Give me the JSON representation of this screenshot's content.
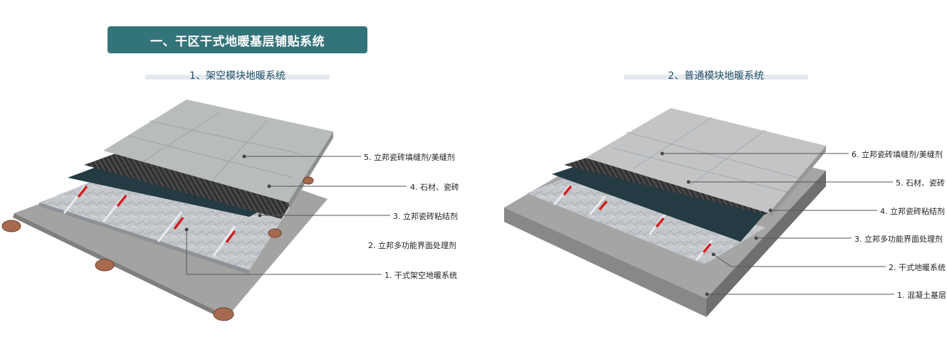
{
  "section_title": "一、干区干式地暖基层铺贴系统",
  "left": {
    "subtitle": "1、架空模块地暖系统",
    "labels": [
      "5. 立邦瓷砖填缝剂/美缝剂",
      "4. 石材、瓷砖",
      "3. 立邦瓷砖粘结剂",
      "2. 立邦多功能界面处理剂",
      "1. 干式架空地暖系统"
    ]
  },
  "right": {
    "subtitle": "2、普通模块地暖系统",
    "labels": [
      "6. 立邦瓷砖填缝剂/美缝剂",
      "5. 石材、瓷砖",
      "4. 立邦瓷砖粘结剂",
      "3. 立邦多功能界面处理剂",
      "2. 干式地暖系统",
      "1. 混凝土基层"
    ]
  },
  "colors": {
    "title_bg": "#33747a",
    "subtitle_text": "#1f4e66",
    "tile": "#b9bcbd",
    "adhesive": "#3a3a3a",
    "primer": "#243b44",
    "heating": "#c9ccd0",
    "heating_wire": "#d22020",
    "concrete": "#9a9b99",
    "pedestal": "#a86a4f"
  }
}
